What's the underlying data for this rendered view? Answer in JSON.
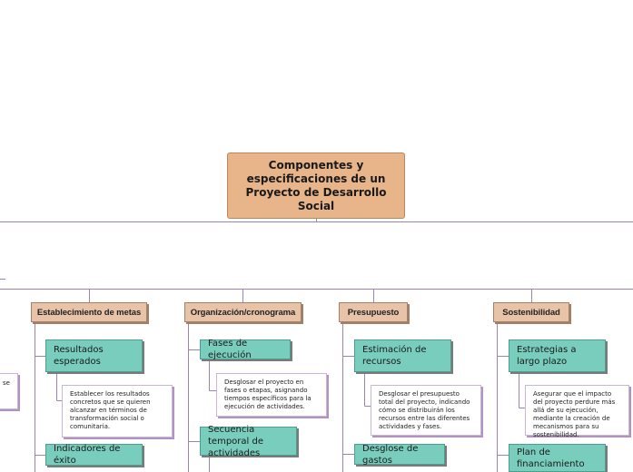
{
  "title": "Componentes y especificaciones de un Proyecto de Desarrollo Social",
  "left_fragment": "se",
  "categories": [
    {
      "label": "Establecimiento de metas",
      "topics": [
        {
          "label": "Resultados esperados",
          "note": "Establecer los resultados concretos que se quieren alcanzar en términos de transformación social o comunitaria."
        },
        {
          "label": "Indicadores de éxito"
        }
      ]
    },
    {
      "label": "Organización/cronograma",
      "topics": [
        {
          "label": "Fases de ejecución",
          "note": "Desglosar el proyecto en fases o etapas, asignando tiempos específicos para la ejecución de actividades."
        },
        {
          "label": "Secuencia temporal de actividades"
        }
      ]
    },
    {
      "label": "Presupuesto",
      "topics": [
        {
          "label": "Estimación de recursos",
          "note": "Desglosar el presupuesto total del proyecto, indicando cómo se distribuirán los recursos entre las diferentes actividades y fases."
        },
        {
          "label": "Desglose de gastos"
        }
      ]
    },
    {
      "label": "Sostenibilidad",
      "topics": [
        {
          "label": "Estrategias a largo plazo",
          "note": "Asegurar que el impacto del proyecto perdure más allá de su ejecución, mediante la creación de mecanismos para su sostenibilidad."
        },
        {
          "label": "Plan de financiamiento"
        }
      ]
    }
  ]
}
